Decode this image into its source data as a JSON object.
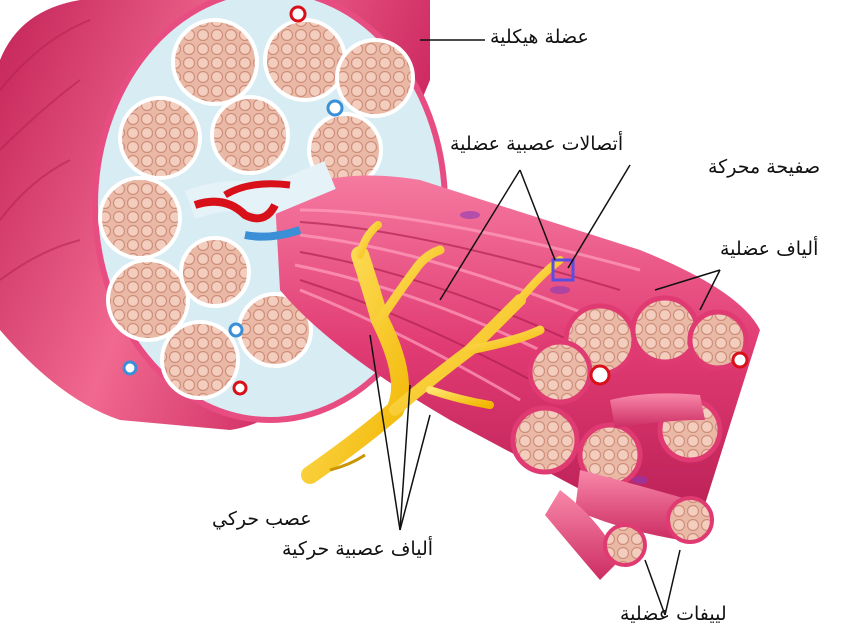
{
  "labels": {
    "skeletal_muscle": "عضلة هيكلية",
    "neuromuscular_junctions": "أتصالات عصبية عضلية",
    "motor_end_plate": "صفيحة محركة",
    "muscle_fibers": "ألياف عضلية",
    "motor_nerve": "عصب حركي",
    "motor_nerve_fibers": "ألياف عصبية حركية",
    "myofibrils": "لييفات عضلية"
  },
  "colors": {
    "muscle_outer": "#d8306a",
    "muscle_light": "#f06890",
    "fascicle_fill": "#e9b7a3",
    "fiber_dot": "#d98f7c",
    "perimysium": "#cfe4ee",
    "nerve": "#f5c400",
    "nerve_light": "#ffe36a",
    "artery": "#d8101a",
    "vein": "#3a8fd6",
    "end_plate_box": "#5a4ee0"
  }
}
